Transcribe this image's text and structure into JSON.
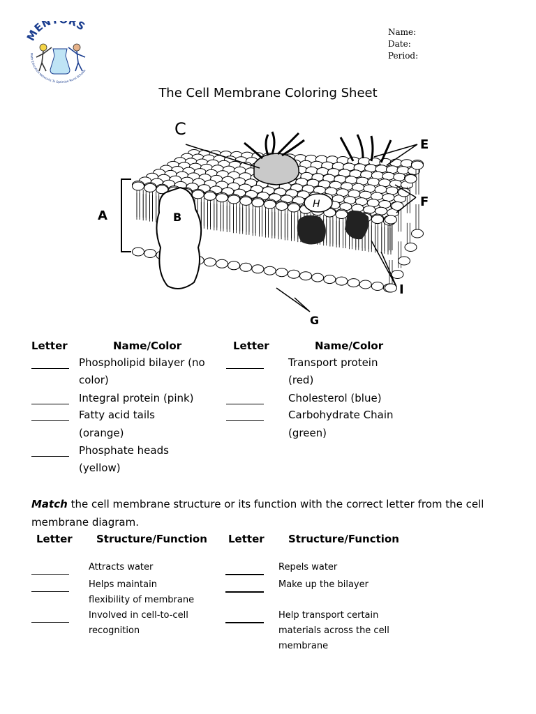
{
  "logo": {
    "text": "MENTORS",
    "tagline": "Math Education Networks To Optimize Rural Schools"
  },
  "header": {
    "name_label": "Name:",
    "date_label": "Date:",
    "period_label": "Period:"
  },
  "title": "The Cell Membrane Coloring Sheet",
  "diagram_labels": {
    "a": "A",
    "b": "B",
    "c": "C",
    "e": "E",
    "f": "F",
    "g": "G",
    "h": "H",
    "i": "I"
  },
  "table1": {
    "headers": {
      "letter1": "Letter",
      "name1": "Name/Color",
      "letter2": "Letter",
      "name2": "Name/Color"
    },
    "blank": "______",
    "left": [
      {
        "line1": "Phospholipid bilayer (no",
        "line2": "color)"
      },
      {
        "line1": "Integral protein (pink)",
        "line2": ""
      },
      {
        "line1": "Fatty acid tails",
        "line2": "(orange)"
      },
      {
        "line1": "Phosphate heads",
        "line2": "(yellow)"
      }
    ],
    "right": [
      {
        "line1": "Transport protein",
        "line2": "(red)"
      },
      {
        "line1": "Cholesterol (blue)",
        "line2": ""
      },
      {
        "line1": "Carbohydrate Chain",
        "line2": "(green)"
      }
    ]
  },
  "match": {
    "lead": "Match",
    "rest": " the cell membrane structure or its function with the correct letter from the cell membrane diagram."
  },
  "table2": {
    "headers": {
      "letter1": "Letter",
      "sf1": "Structure/Function",
      "letter2": "Letter",
      "sf2": "Structure/Function"
    },
    "left": [
      {
        "line1": "Attracts water",
        "line2": ""
      },
      {
        "line1": "Helps maintain",
        "line2": "flexibility of membrane"
      },
      {
        "line1": "Involved in cell-to-cell",
        "line2": "recognition"
      }
    ],
    "right": [
      {
        "line1": "Repels water",
        "line2": "",
        "line3": ""
      },
      {
        "line1": "Make up the bilayer",
        "line2": "",
        "line3": ""
      },
      {
        "line1": "Help transport certain",
        "line2": "materials across the cell",
        "line3": "membrane"
      }
    ]
  }
}
